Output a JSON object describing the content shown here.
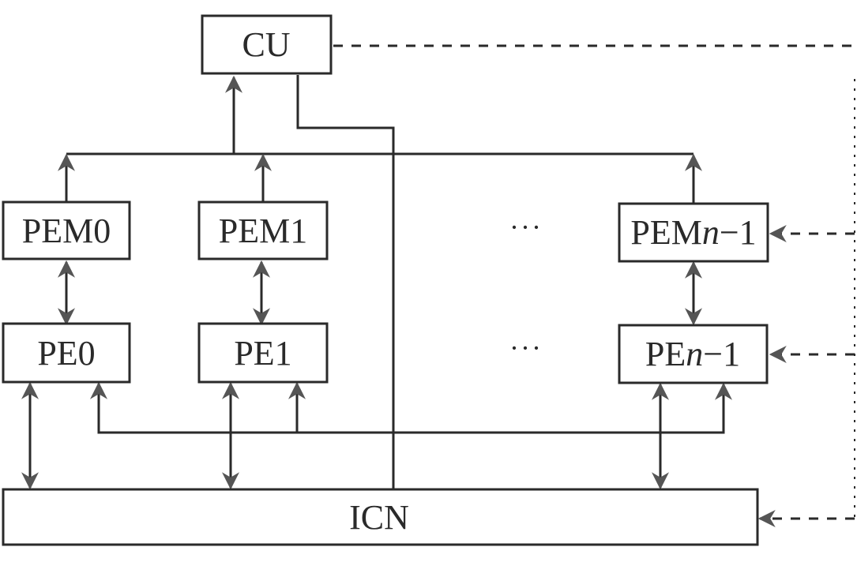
{
  "diagram": {
    "type": "SIMD array processor architecture",
    "nodes": {
      "cu": {
        "label": "CU"
      },
      "pem0": {
        "label": "PEM0"
      },
      "pem1": {
        "label": "PEM1"
      },
      "pemn": {
        "prefix": "PEM",
        "var": "n",
        "suffix": "−1"
      },
      "pe0": {
        "label": "PE0"
      },
      "pe1": {
        "label": "PE1"
      },
      "pen": {
        "prefix": "PE",
        "var": "n",
        "suffix": "−1"
      },
      "icn": {
        "label": "ICN"
      }
    },
    "ellipsis": "···",
    "edges": [
      {
        "from": "pem0",
        "to": "cu",
        "kind": "data-bus",
        "direction": "up"
      },
      {
        "from": "pem1",
        "to": "cu",
        "kind": "data-bus",
        "direction": "up"
      },
      {
        "from": "pemn",
        "to": "cu",
        "kind": "data-bus",
        "direction": "up"
      },
      {
        "from": "cu",
        "to": "icn",
        "kind": "solid",
        "direction": "none"
      },
      {
        "from": "pem0",
        "to": "pe0",
        "kind": "solid",
        "direction": "both"
      },
      {
        "from": "pem1",
        "to": "pe1",
        "kind": "solid",
        "direction": "both"
      },
      {
        "from": "pemn",
        "to": "pen",
        "kind": "solid",
        "direction": "both"
      },
      {
        "from": "pe0",
        "to": "icn",
        "kind": "solid",
        "direction": "both"
      },
      {
        "from": "pe1",
        "to": "icn",
        "kind": "solid",
        "direction": "both"
      },
      {
        "from": "pen",
        "to": "icn",
        "kind": "solid",
        "direction": "both"
      },
      {
        "from": "broadcast-bus",
        "to": "pe0",
        "kind": "solid",
        "direction": "up"
      },
      {
        "from": "broadcast-bus",
        "to": "pe1",
        "kind": "solid",
        "direction": "up"
      },
      {
        "from": "broadcast-bus",
        "to": "pen",
        "kind": "solid",
        "direction": "up"
      },
      {
        "from": "cu",
        "to": "pemn",
        "kind": "dashed-control",
        "direction": "to"
      },
      {
        "from": "cu",
        "to": "pen",
        "kind": "dashed-control",
        "direction": "to"
      },
      {
        "from": "cu",
        "to": "icn",
        "kind": "dashed-control",
        "direction": "to"
      }
    ]
  }
}
